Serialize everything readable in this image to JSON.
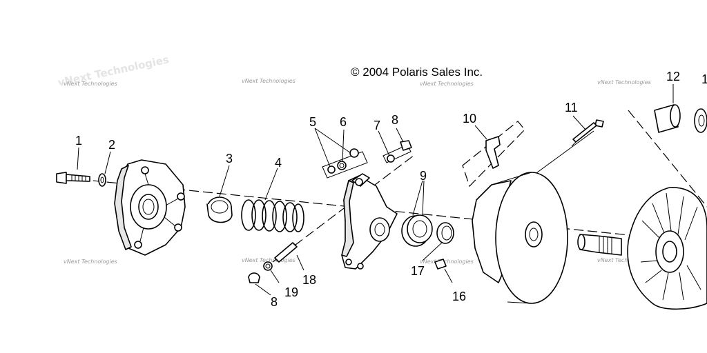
{
  "copyright": "© 2004 Polaris Sales Inc.",
  "watermark_text": "vNext Technologies",
  "callouts": [
    "1",
    "2",
    "3",
    "4",
    "5",
    "6",
    "7",
    "8",
    "9",
    "10",
    "11",
    "12",
    "1",
    "17",
    "16",
    "18",
    "19",
    "8"
  ],
  "colors": {
    "line": "#000000",
    "watermark": "#9a9a9a",
    "background": "#ffffff"
  }
}
